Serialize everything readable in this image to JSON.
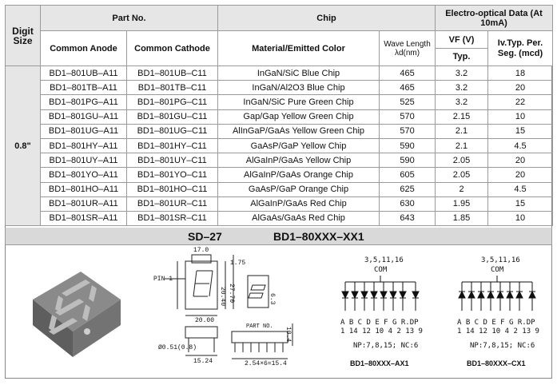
{
  "header": {
    "digit_size": "Digit Size",
    "part_no": "Part No.",
    "chip": "Chip",
    "eo_data": "Electro-optical Data (At 10mA)",
    "common_anode": "Common Anode",
    "common_cathode": "Common Cathode",
    "material": "Material/Emitted Color",
    "wavelength": "Wave Length",
    "wavelength_unit": "λd(nm)",
    "vf": "VF (V)",
    "vf_sub": "Typ.",
    "iv": "Iv.Typ. Per. Seg. (mcd)"
  },
  "size_value": "0.8\"",
  "rows": [
    {
      "anode": "BD1–801UB–A11",
      "cathode": "BD1–801UB–C11",
      "chip": "InGaN/SiC  Blue Chip",
      "wl": "465",
      "vf": "3.2",
      "iv": "18"
    },
    {
      "anode": "BD1–801TB–A11",
      "cathode": "BD1–801TB–C11",
      "chip": "InGaN/Al2O3 Blue Chip",
      "wl": "465",
      "vf": "3.2",
      "iv": "20"
    },
    {
      "anode": "BD1–801PG–A11",
      "cathode": "BD1–801PG–C11",
      "chip": "InGaN/SiC Pure Green Chip",
      "wl": "525",
      "vf": "3.2",
      "iv": "22"
    },
    {
      "anode": "BD1–801GU–A11",
      "cathode": "BD1–801GU–C11",
      "chip": "Gap/Gap Yellow Green  Chip",
      "wl": "570",
      "vf": "2.15",
      "iv": "10"
    },
    {
      "anode": "BD1–801UG–A11",
      "cathode": "BD1–801UG–C11",
      "chip": "AlInGaP/GaAs Yellow Green Chip",
      "wl": "570",
      "vf": "2.1",
      "iv": "15"
    },
    {
      "anode": "BD1–801HY–A11",
      "cathode": "BD1–801HY–C11",
      "chip": "GaAsP/GaP Yellow  Chip",
      "wl": "590",
      "vf": "2.1",
      "iv": "4.5"
    },
    {
      "anode": "BD1–801UY–A11",
      "cathode": "BD1–801UY–C11",
      "chip": "AlGaInP/GaAs Yellow  Chip",
      "wl": "590",
      "vf": "2.05",
      "iv": "20"
    },
    {
      "anode": "BD1–801YO–A11",
      "cathode": "BD1–801YO–C11",
      "chip": "AlGaInP/GaAs Orange  Chip",
      "wl": "605",
      "vf": "2.05",
      "iv": "20"
    },
    {
      "anode": "BD1–801HO–A11",
      "cathode": "BD1–801HO–C11",
      "chip": "GaAsP/GaP Orange  Chip",
      "wl": "625",
      "vf": "2",
      "iv": "4.5"
    },
    {
      "anode": "BD1–801UR–A11",
      "cathode": "BD1–801UR–C11",
      "chip": "AlGaInP/GaAs Red  Chip",
      "wl": "630",
      "vf": "1.95",
      "iv": "15"
    },
    {
      "anode": "BD1–801SR–A11",
      "cathode": "BD1–801SR–C11",
      "chip": "AlGaAs/GaAs Red Chip",
      "wl": "643",
      "vf": "1.85",
      "iv": "10"
    }
  ],
  "model_bar": {
    "package": "SD–27",
    "model": "BD1–80XXX–XX1"
  },
  "drawing": {
    "pin_label": "PIN 1",
    "dim_top": "17.0",
    "dim_top2": "1.75",
    "dim_h1": "20.40",
    "dim_h2": "27.70",
    "dim_w": "20.00",
    "dim_pin": "Ø0.51(0.8)",
    "dim_side": "15.24",
    "part_no_lbl": "PART NO.",
    "dim_depth": "10.4",
    "dim_pitch": "2.54×6=15.4",
    "dim_small": "6.3"
  },
  "circuit_a": {
    "com_pins": "3,5,11,16",
    "com": "COM",
    "letters": "A B C D E F G R.DP",
    "nums": "1 14 12 10 4 2 13 9",
    "np": "NP:7,8,15;  NC:6",
    "caption": "BD1–80XXX–AX1"
  },
  "circuit_c": {
    "com_pins": "3,5,11,16",
    "com": "COM",
    "letters": "A B C D E F G R.DP",
    "nums": "1 14 12 10 4 2 13 9",
    "np": "NP:7,8,15;  NC:6",
    "caption": "BD1–80XXX–CX1"
  }
}
